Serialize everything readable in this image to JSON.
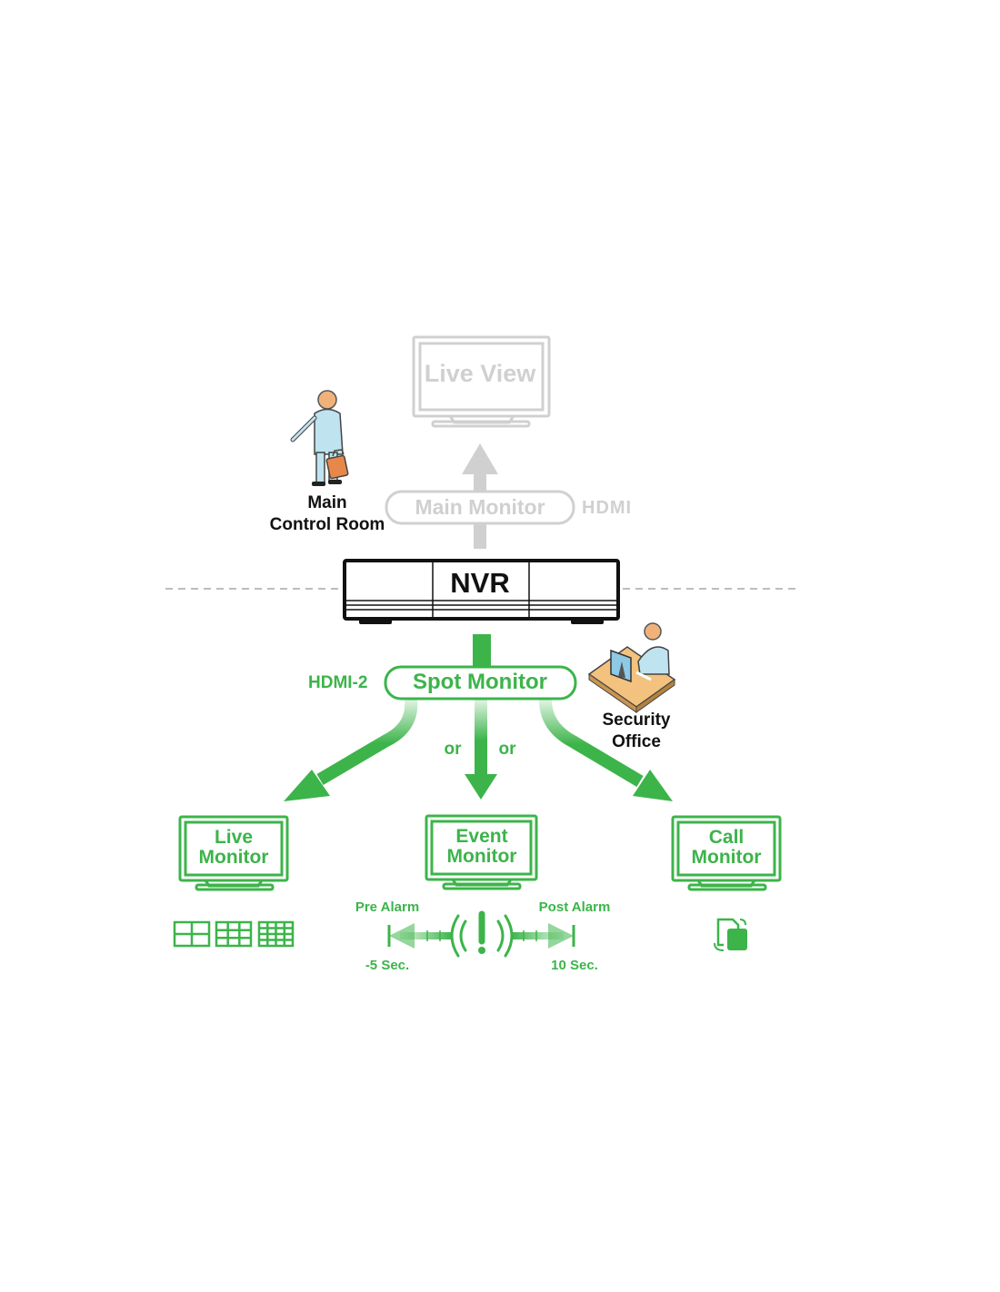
{
  "colors": {
    "green": "#3cb44a",
    "light_green": "#bfe8c3",
    "grey": "#d0d0d0",
    "black": "#111111"
  },
  "main_control_room": {
    "line1": "Main",
    "line2": "Control Room",
    "icon": "person-with-briefcase-icon"
  },
  "live_view": {
    "label": "Live View",
    "icon": "monitor-icon"
  },
  "main_monitor": {
    "label": "Main Monitor",
    "port": "HDMI"
  },
  "nvr": {
    "label": "NVR"
  },
  "spot_monitor": {
    "label": "Spot Monitor",
    "port": "HDMI-2"
  },
  "security_office": {
    "line1": "Security",
    "line2": "Office",
    "icon": "person-at-desk-icon"
  },
  "or_labels": [
    "or",
    "or"
  ],
  "outputs": [
    {
      "line1": "Live",
      "line2": "Monitor",
      "icon": "split-screen-layout-icons"
    },
    {
      "line1": "Event",
      "line2": "Monitor",
      "icon": "alarm-icon"
    },
    {
      "line1": "Call",
      "line2": "Monitor",
      "icon": "call-sequence-icon"
    }
  ],
  "event": {
    "pre_alarm": "Pre Alarm",
    "post_alarm": "Post Alarm",
    "pre_time": "-5 Sec.",
    "post_time": "10 Sec."
  }
}
